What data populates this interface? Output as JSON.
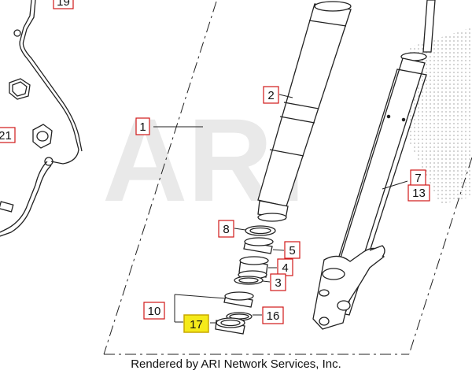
{
  "watermark": {
    "text": "ARI"
  },
  "callouts": [
    {
      "id": "19",
      "label": "19",
      "highlighted": false
    },
    {
      "id": "21",
      "label": "21",
      "highlighted": false
    },
    {
      "id": "1",
      "label": "1",
      "highlighted": false
    },
    {
      "id": "2",
      "label": "2",
      "highlighted": false
    },
    {
      "id": "8",
      "label": "8",
      "highlighted": false
    },
    {
      "id": "5",
      "label": "5",
      "highlighted": false
    },
    {
      "id": "4",
      "label": "4",
      "highlighted": false
    },
    {
      "id": "3",
      "label": "3",
      "highlighted": false
    },
    {
      "id": "10",
      "label": "10",
      "highlighted": false
    },
    {
      "id": "16",
      "label": "16",
      "highlighted": false
    },
    {
      "id": "17",
      "label": "17",
      "highlighted": true
    },
    {
      "id": "7",
      "label": "7",
      "highlighted": false
    },
    {
      "id": "13",
      "label": "13",
      "highlighted": false
    }
  ],
  "colors": {
    "callout_border": "#d01818",
    "highlight_fill": "#f5ea1a",
    "line": "#222222",
    "watermark": "#e9e9e9"
  },
  "footer": {
    "text": "Rendered by ARI Network Services, Inc."
  }
}
